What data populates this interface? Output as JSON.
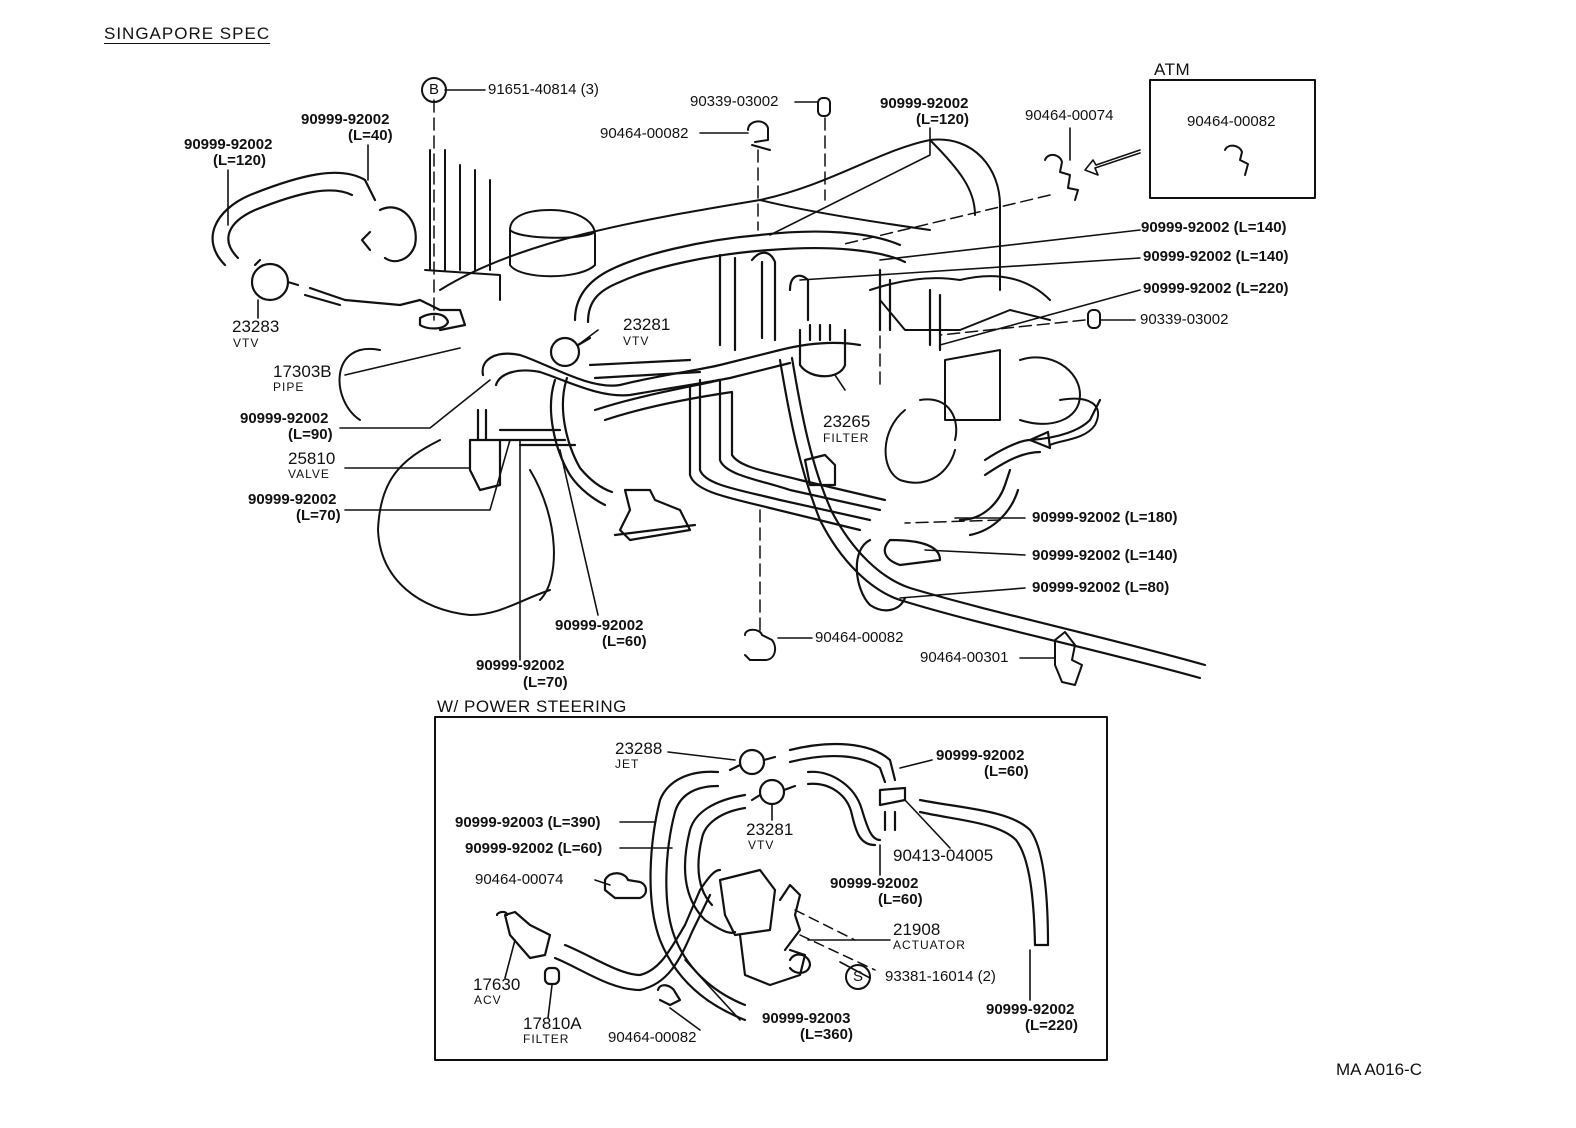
{
  "title": "SINGAPORE SPEC",
  "atm_label": "ATM",
  "ps_label": "W/ POWER STEERING",
  "footer_code": "MA A016-C",
  "marker_b": "B",
  "marker_s": "S",
  "parts": {
    "bolt": "91651-40814 (3)",
    "cap_top": "90339-03002",
    "clamp_top": "90464-00082",
    "hose_top_num": "90999-92002",
    "hose_top_len": "(L=120)",
    "clip_right": "90464-00074",
    "atm_clamp": "90464-00082",
    "hose_l40_num": "90999-92002",
    "hose_l40_len": "(L=40)",
    "hose_l120_num": "90999-92002",
    "hose_l120_len": "(L=120)",
    "r_hose_140a": "90999-92002 (L=140)",
    "r_hose_140b": "90999-92002 (L=140)",
    "r_hose_220": "90999-92002 (L=220)",
    "cap_right": "90339-03002",
    "vtv_left_num": "23283",
    "vtv_left_name": "VTV",
    "vtv_mid_num": "23281",
    "vtv_mid_name": "VTV",
    "pipe_num": "17303B",
    "pipe_name": "PIPE",
    "hose_l90_num": "90999-92002",
    "hose_l90_len": "(L=90)",
    "valve_num": "25810",
    "valve_name": "VALVE",
    "hose_l70a_num": "90999-92002",
    "hose_l70a_len": "(L=70)",
    "filter_num": "23265",
    "filter_name": "FILTER",
    "r_hose_180": "90999-92002 (L=180)",
    "r_hose_140c": "90999-92002 (L=140)",
    "r_hose_80": "90999-92002 (L=80)",
    "hose_l60_num": "90999-92002",
    "hose_l60_len": "(L=60)",
    "hose_l70b_num": "90999-92002",
    "hose_l70b_len": "(L=70)",
    "clamp_bottom": "90464-00082",
    "clip_bottom": "90464-00301"
  },
  "ps_parts": {
    "jet_num": "23288",
    "jet_name": "JET",
    "hose_tr_num": "90999-92002",
    "hose_tr_len": "(L=60)",
    "hose_390": "90999-92003 (L=390)",
    "hose_60": "90999-92002 (L=60)",
    "vtv_num": "23281",
    "vtv_name": "VTV",
    "tee": "90413-04005",
    "clip": "90464-00074",
    "hose_mid_num": "90999-92002",
    "hose_mid_len": "(L=60)",
    "actuator_num": "21908",
    "actuator_name": "ACTUATOR",
    "screw": "93381-16014 (2)",
    "acv_num": "17630",
    "acv_name": "ACV",
    "filter_num": "17810A",
    "filter_name": "FILTER",
    "clamp": "90464-00082",
    "hose_360_num": "90999-92003",
    "hose_360_len": "(L=360)",
    "hose_220_num": "90999-92002",
    "hose_220_len": "(L=220)"
  }
}
